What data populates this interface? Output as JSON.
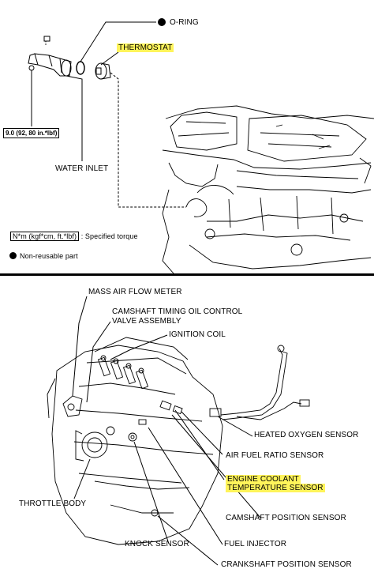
{
  "top": {
    "labels": {
      "o_ring": "O-RING",
      "thermostat": "THERMOSTAT",
      "torque": "9.0 (92, 80 in.*lbf)",
      "water_inlet": "WATER INLET"
    },
    "legend": {
      "torque_units": "N*m (kgf*cm, ft.*lbf)",
      "torque_desc": ": Specified torque",
      "non_reusable": "Non-reusable part"
    }
  },
  "bottom": {
    "labels": {
      "mass_air_flow_meter": "MASS AIR FLOW METER",
      "camshaft_timing_line1": "CAMSHAFT TIMING OIL CONTROL",
      "camshaft_timing_line2": "VALVE ASSEMBLY",
      "ignition_coil": "IGNITION COIL",
      "heated_oxygen_sensor": "HEATED OXYGEN SENSOR",
      "air_fuel_ratio_sensor": "AIR FUEL RATIO SENSOR",
      "ect_line1": "ENGINE COOLANT",
      "ect_line2": "TEMPERATURE SENSOR",
      "throttle_body": "THROTTLE BODY",
      "camshaft_position_sensor": "CAMSHAFT POSITION SENSOR",
      "knock_sensor": "KNOCK SENSOR",
      "fuel_injector": "FUEL INJECTOR",
      "crankshaft_position_sensor": "CRANKSHAFT POSITION SENSOR"
    }
  },
  "colors": {
    "highlight": "#fff45a",
    "line": "#000000"
  }
}
